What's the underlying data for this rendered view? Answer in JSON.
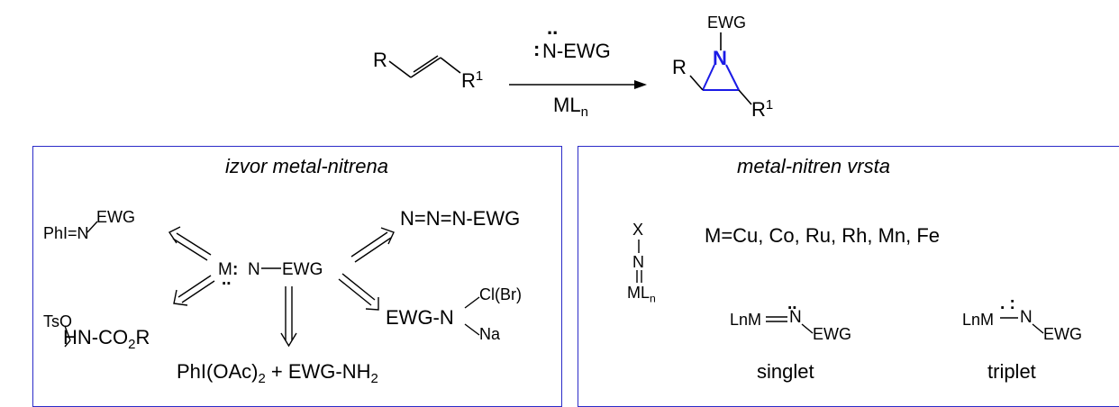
{
  "colors": {
    "panel_border": "#2b2bc8",
    "aziridine_ring": "#1a1ae6",
    "ink": "#000000"
  },
  "reaction": {
    "alkene_R": "R",
    "alkene_R1_base": "R",
    "alkene_R1_sup": "1",
    "reagent_dots": "..",
    "reagent_colon": ":",
    "reagent": "N-EWG",
    "catalyst_base": "ML",
    "catalyst_sub": "n",
    "product_ewg": "EWG",
    "product_n": "N",
    "product_R": "R",
    "product_R1_base": "R",
    "product_R1_sup": "1"
  },
  "left_panel": {
    "title": "izvor metal-nitrena",
    "center_m": "M",
    "center_colon": ":",
    "center_n_ewg": "N",
    "center_ewg": "EWG",
    "lone_pair": "..",
    "phi_n": "PhI=N",
    "phi_ewg": "EWG",
    "azide": "N=N=N-EWG",
    "tso": "TsO",
    "carbamate_a": "HN-CO",
    "carbamate_sub": "2",
    "carbamate_b": "R",
    "chloramine_main": "EWG-N",
    "chloramine_cl": "Cl(Br)",
    "chloramine_na": "Na",
    "bottom_a": "PhI(OAc)",
    "bottom_sub1": "2",
    "bottom_b": " + EWG-NH",
    "bottom_sub2": "2"
  },
  "right_panel": {
    "title": "metal-nitren vrsta",
    "metals": "M=Cu, Co, Ru, Rh, Mn, Fe",
    "x": "X",
    "n": "N",
    "mln_base": "ML",
    "mln_sub": "n",
    "singlet_lnm": "LnM",
    "singlet_n": "N",
    "singlet_ewg": "EWG",
    "singlet_dots": "..",
    "singlet_label": "singlet",
    "triplet_lnm": "LnM",
    "triplet_n": "N",
    "triplet_ewg": "EWG",
    "triplet_dots": ". :",
    "triplet_label": "triplet"
  }
}
